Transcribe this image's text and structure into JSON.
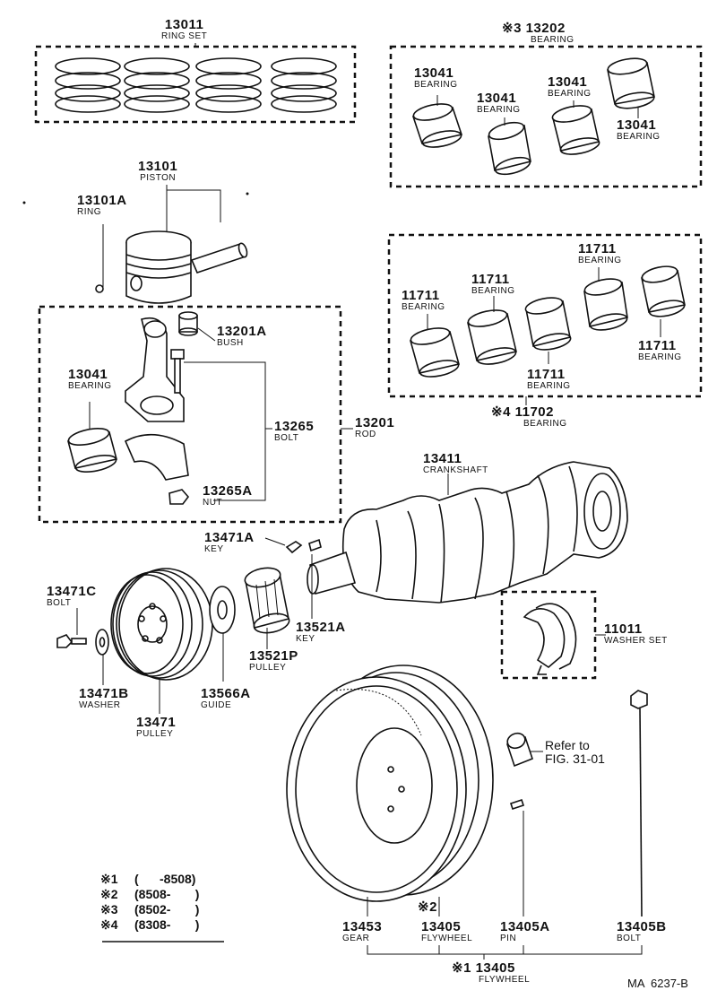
{
  "parts": {
    "ring_set": {
      "number": "13011",
      "name": "RING SET"
    },
    "bearing_set_3": {
      "mark": "※3",
      "number": "13202",
      "name": "BEARING"
    },
    "bearing_13041_a": {
      "number": "13041",
      "name": "BEARING"
    },
    "bearing_13041_b": {
      "number": "13041",
      "name": "BEARING"
    },
    "bearing_13041_c": {
      "number": "13041",
      "name": "BEARING"
    },
    "bearing_13041_d": {
      "number": "13041",
      "name": "BEARING"
    },
    "piston": {
      "number": "13101",
      "name": "PISTON"
    },
    "piston_ring": {
      "number": "13101A",
      "name": "RING"
    },
    "bush": {
      "number": "13201A",
      "name": "BUSH"
    },
    "rod_bearing": {
      "number": "13041",
      "name": "BEARING"
    },
    "rod_bolt": {
      "number": "13265",
      "name": "BOLT"
    },
    "rod": {
      "number": "13201",
      "name": "ROD"
    },
    "rod_nut": {
      "number": "13265A",
      "name": "NUT"
    },
    "bearing_11711_a": {
      "number": "11711",
      "name": "BEARING"
    },
    "bearing_11711_b": {
      "number": "11711",
      "name": "BEARING"
    },
    "bearing_11711_c": {
      "number": "11711",
      "name": "BEARING"
    },
    "bearing_11711_d": {
      "number": "11711",
      "name": "BEARING"
    },
    "bearing_11711_e": {
      "number": "11711",
      "name": "BEARING"
    },
    "bearing_set_4": {
      "mark": "※4",
      "number": "11702",
      "name": "BEARING"
    },
    "crankshaft": {
      "number": "13411",
      "name": "CRANKSHAFT"
    },
    "key_a": {
      "number": "13471A",
      "name": "KEY"
    },
    "bolt_c": {
      "number": "13471C",
      "name": "BOLT"
    },
    "key_b": {
      "number": "13521A",
      "name": "KEY"
    },
    "washer_set": {
      "number": "11011",
      "name": "WASHER SET"
    },
    "washer_b": {
      "number": "13471B",
      "name": "WASHER"
    },
    "guide": {
      "number": "13566A",
      "name": "GUIDE"
    },
    "pulley_p": {
      "number": "13521P",
      "name": "PULLEY"
    },
    "pulley": {
      "number": "13471",
      "name": "PULLEY"
    },
    "gear": {
      "number": "13453",
      "name": "GEAR"
    },
    "flywheel": {
      "number": "13405",
      "name": "FLYWHEEL"
    },
    "pin": {
      "number": "13405A",
      "name": "PIN"
    },
    "flywheel_bolt": {
      "number": "13405B",
      "name": "BOLT"
    },
    "flywheel_assy": {
      "mark": "※1",
      "number": "13405",
      "name": "FLYWHEEL"
    }
  },
  "flywheel_mark": "※2",
  "refer_note": {
    "line1": "Refer to",
    "line2": "FIG. 31-01"
  },
  "legend": [
    {
      "mark": "※1",
      "range": "(      -8508)"
    },
    {
      "mark": "※2",
      "range": "(8508-       )"
    },
    {
      "mark": "※3",
      "range": "(8502-       )"
    },
    {
      "mark": "※4",
      "range": "(8308-       )"
    }
  ],
  "figure_code": "MA  6237-B"
}
